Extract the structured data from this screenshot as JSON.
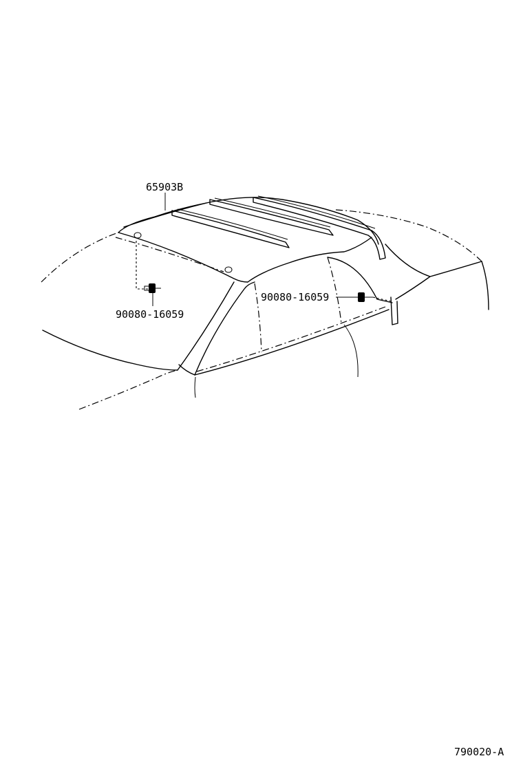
{
  "diagram": {
    "callouts": [
      {
        "id": "roof-rack",
        "label": "65903B"
      },
      {
        "id": "screw-left",
        "label": "90080-16059"
      },
      {
        "id": "screw-right",
        "label": "90080-16059"
      }
    ],
    "figure_code": "790020-A"
  }
}
